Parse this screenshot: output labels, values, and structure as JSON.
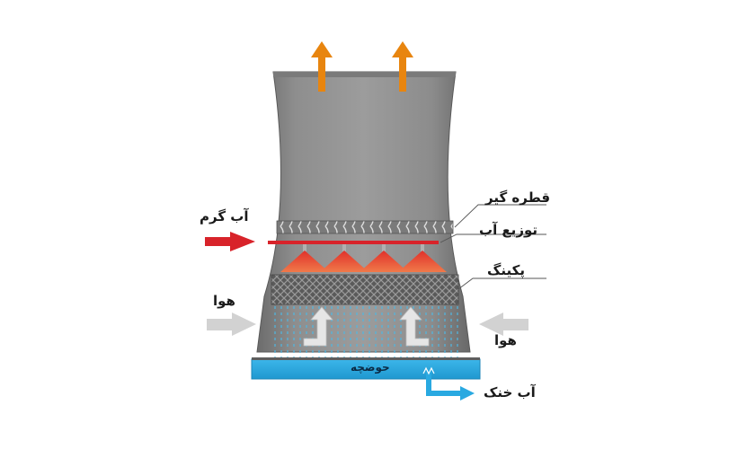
{
  "labels": {
    "drift_eliminator": "قطره گیر",
    "water_distribution": "توزیع آب",
    "packing": "پکینگ",
    "hot_water": "آب گرم",
    "air_left": "هوا",
    "air_right": "هوا",
    "basin": "حوضچه",
    "cold_water": "آب خنک"
  },
  "icons": {
    "exhaust": "up-arrow-icon",
    "hot_water_in": "right-arrow-icon",
    "air_in": "horizontal-arrow-icon",
    "air_turn": "turn-up-arrow-icon",
    "cold_water_out": "elbow-arrow-icon"
  },
  "colors": {
    "tower_body": "#8a8a8a",
    "exhaust_arrow": "#e8850f",
    "hot_water": "#d8232a",
    "spray": "#e8432a",
    "air_arrow": "#d2d2d2",
    "water_drops": "#4fb7e2",
    "basin": "#29a9e1",
    "cold_water": "#29a9e1"
  }
}
